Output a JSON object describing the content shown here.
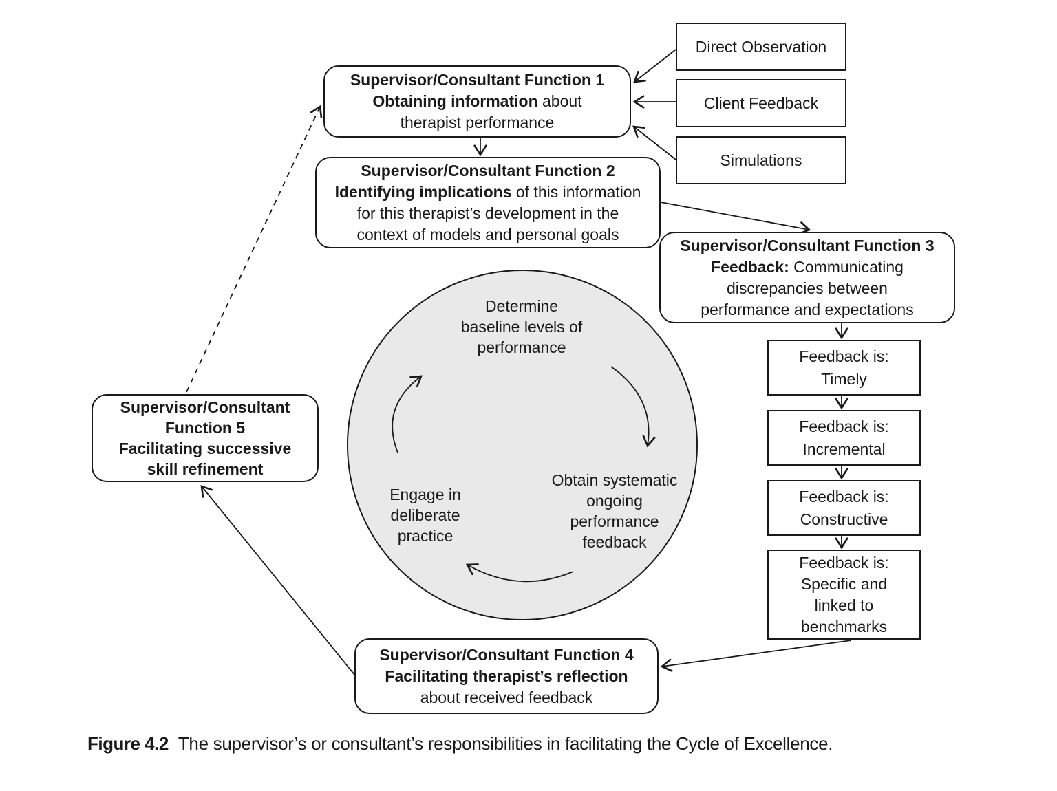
{
  "colors": {
    "background": "#ffffff",
    "circle_fill": "#e9e9e9",
    "stroke": "#1a1a1a"
  },
  "boxes": {
    "function1": {
      "l1": "Supervisor/Consultant Function 1",
      "l2b": "Obtaining information",
      "l2r": " about",
      "l3": "therapist performance"
    },
    "function2": {
      "l1": "Supervisor/Consultant Function 2",
      "l2b": "Identifying implications",
      "l2r": " of this information",
      "l3": "for this therapist’s development in the",
      "l4": "context of models and personal goals"
    },
    "function3": {
      "l1": "Supervisor/Consultant Function 3",
      "l2b": "Feedback:",
      "l2r": " Communicating",
      "l3": "discrepancies between",
      "l4": "performance and expectations"
    },
    "function4": {
      "l1": "Supervisor/Consultant Function 4",
      "l2": "Facilitating therapist’s reflection",
      "l3": "about received feedback"
    },
    "function5": {
      "l1": "Supervisor/Consultant",
      "l2": "Function 5",
      "l3": "Facilitating successive",
      "l4": "skill refinement"
    }
  },
  "sources": {
    "direct_observation": "Direct Observation",
    "client_feedback": "Client Feedback",
    "simulations": "Simulations"
  },
  "feedback_chain": [
    {
      "l1": "Feedback is:",
      "l2": "Timely"
    },
    {
      "l1": "Feedback is:",
      "l2": "Incremental"
    },
    {
      "l1": "Feedback is:",
      "l2": "Constructive"
    },
    {
      "l1": "Feedback is:",
      "l2": "Specific and",
      "l3": "linked to",
      "l4": "benchmarks"
    }
  ],
  "cycle": {
    "top": [
      "Determine",
      "baseline levels of",
      "performance"
    ],
    "right": [
      "Obtain systematic",
      "ongoing",
      "performance",
      "feedback"
    ],
    "left": [
      "Engage in",
      "deliberate",
      "practice"
    ]
  },
  "caption": {
    "label": "Figure 4.2",
    "text": "The supervisor’s or consultant’s responsibilities in facilitating the Cycle of Excellence."
  }
}
